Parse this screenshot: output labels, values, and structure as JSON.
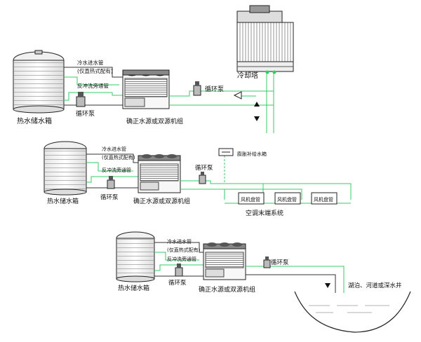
{
  "colors": {
    "pipe_green": "#33cc66",
    "pipe_gray": "#333333",
    "outline": "#222222",
    "tank_fill": "#f4f4f4",
    "unit_dark": "#3a3a3a"
  },
  "diagram1": {
    "tank_label": "热水储水箱",
    "cold_inlet_label": "冷水进水管",
    "cold_inlet_note": "(仅直热式配有)",
    "backflush_label": "反冲洗旁通管",
    "pump_label": "循环泵",
    "unit_label": "确正水源或双源机组",
    "pump2_label": "循环泵",
    "tower_label": "冷却塔"
  },
  "diagram2": {
    "tank_label": "热水储水箱",
    "cold_inlet_label": "冷水进水管",
    "cold_inlet_note": "(仅直热式配有)",
    "backflush_label": "反冲洗旁通管",
    "pump_label": "循环泵",
    "unit_label": "确正水源或双源机组",
    "pump2_label": "循环泵",
    "expansion_label": "膨胀补给水箱",
    "fcu_labels": [
      "风机盘管",
      "风机盘管",
      "风机盘管"
    ],
    "terminal_label": "空调末端系统"
  },
  "diagram3": {
    "tank_label": "热水储水箱",
    "cold_inlet_label": "冷水进水管",
    "cold_inlet_note": "(仅直热式配有)",
    "backflush_label": "反冲洗旁通管",
    "pump_label": "循环泵",
    "unit_label": "确正水源或双源机组",
    "pump2_label": "循环泵",
    "water_label": "湖泊、河道或深水井"
  }
}
